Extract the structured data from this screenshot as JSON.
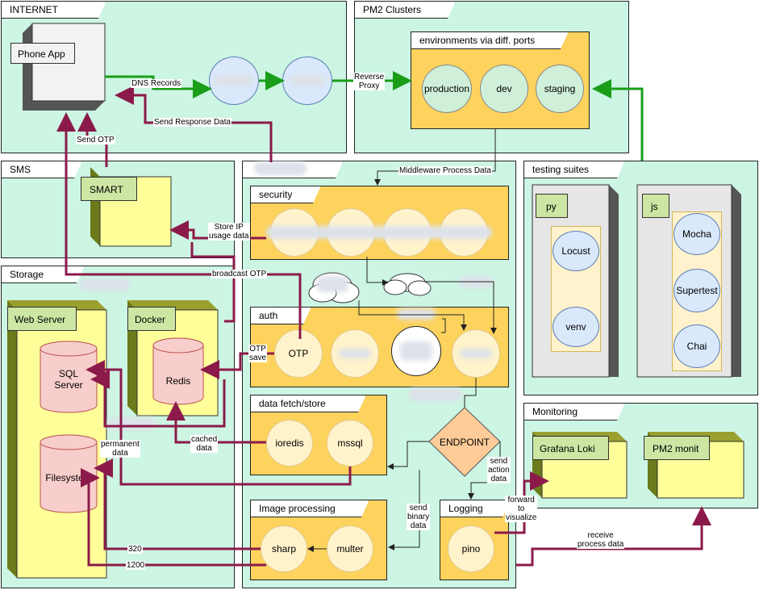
{
  "regions": {
    "internet": "INTERNET",
    "pm2": "PM2 Clusters",
    "sms": "SMS",
    "storage": "Storage",
    "testing": "testing suites",
    "monitoring": "Monitoring"
  },
  "nodes": {
    "phone_app": "Phone App",
    "smart": "SMART",
    "web_server": "Web Server",
    "docker": "Docker",
    "sql_server": "SQL\nServer",
    "redis": "Redis",
    "filesystem": "Filesystem",
    "environments": "environments via diff. ports",
    "production": "production",
    "dev": "dev",
    "staging": "staging",
    "security": "security",
    "auth": "auth",
    "otp": "OTP",
    "data_fetch": "data fetch/store",
    "ioredis": "ioredis",
    "mssql": "mssql",
    "endpoint": "ENDPOINT",
    "image_processing": "Image processing",
    "sharp": "sharp",
    "multer": "multer",
    "logging": "Logging",
    "pino": "pino",
    "py": "py",
    "locust": "Locust",
    "venv": "venv",
    "js": "js",
    "mocha": "Mocha",
    "supertest": "Supertest",
    "chai": "Chai",
    "grafana": "Grafana Loki",
    "pm2monit": "PM2 monit"
  },
  "labels": {
    "dns_records": "DNS Records",
    "reverse_proxy": "Reverse\nProxy",
    "send_response": "Send Response Data",
    "send_otp": "Send OTP",
    "middleware": "Middleware Process Data",
    "store_ip": "Store IP\nusage data",
    "broadcast_otp": "broadcast OTP",
    "otp_save": "OTP\nsave",
    "cached_data": "cached\ndata",
    "permanent_data": "permanent\ndata",
    "send_action": "send\naction\ndata",
    "send_binary": "send\nbinary\ndata",
    "forward": "forward\nto\nvisualize",
    "receive": "receive\nprocess data",
    "w320": "320",
    "w1200": "1200"
  },
  "colors": {
    "region_bg": "#ccf5e3",
    "group_bg": "#fdd35e",
    "node_yellow": "#ffff99",
    "green_arrow": "#1a9e1a",
    "maroon_arrow": "#8b1a4a",
    "db_pink": "#f8cecc"
  }
}
